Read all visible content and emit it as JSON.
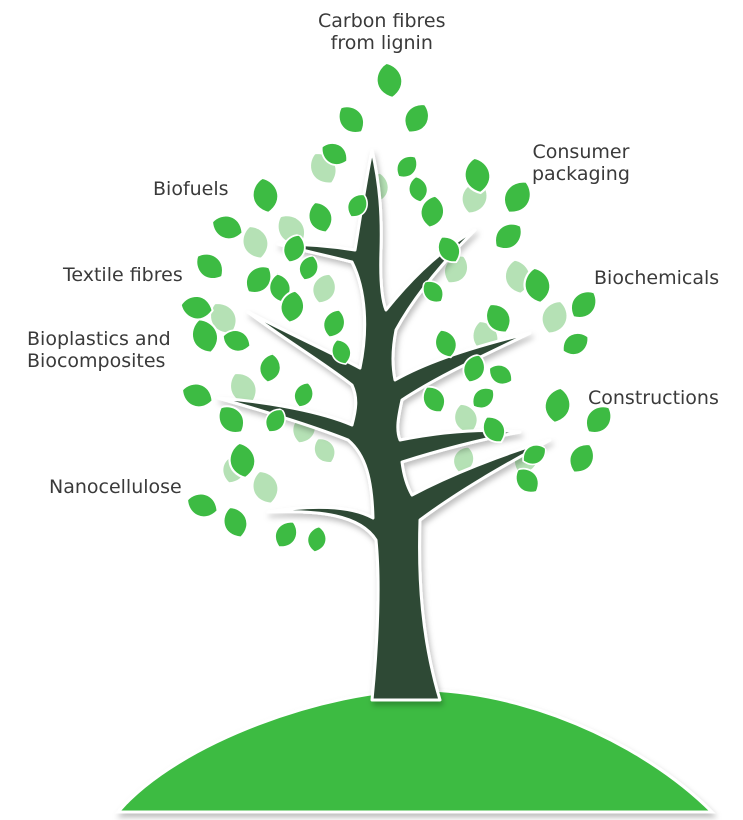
{
  "labels": {
    "carbon_fibres": [
      "Carbon fibres",
      "from lignin"
    ],
    "consumer_packaging": [
      "Consumer",
      "packaging"
    ],
    "biofuels": "Biofuels",
    "textile_fibres": "Textile fibres",
    "biochemicals": "Biochemicals",
    "bioplastics": [
      "Bioplastics and",
      "Biocomposites"
    ],
    "constructions": "Constructions",
    "nanocellulose": "Nanocellulose"
  },
  "colors": {
    "trunk": "#2e4a36",
    "leaf": "#3dbb43",
    "leaf_light": "#8fd48f",
    "ground": "#3dbb43",
    "text": "#3a3a3a"
  },
  "icons": [
    "tree-icon",
    "leaf-icon",
    "ground-hill-icon"
  ]
}
